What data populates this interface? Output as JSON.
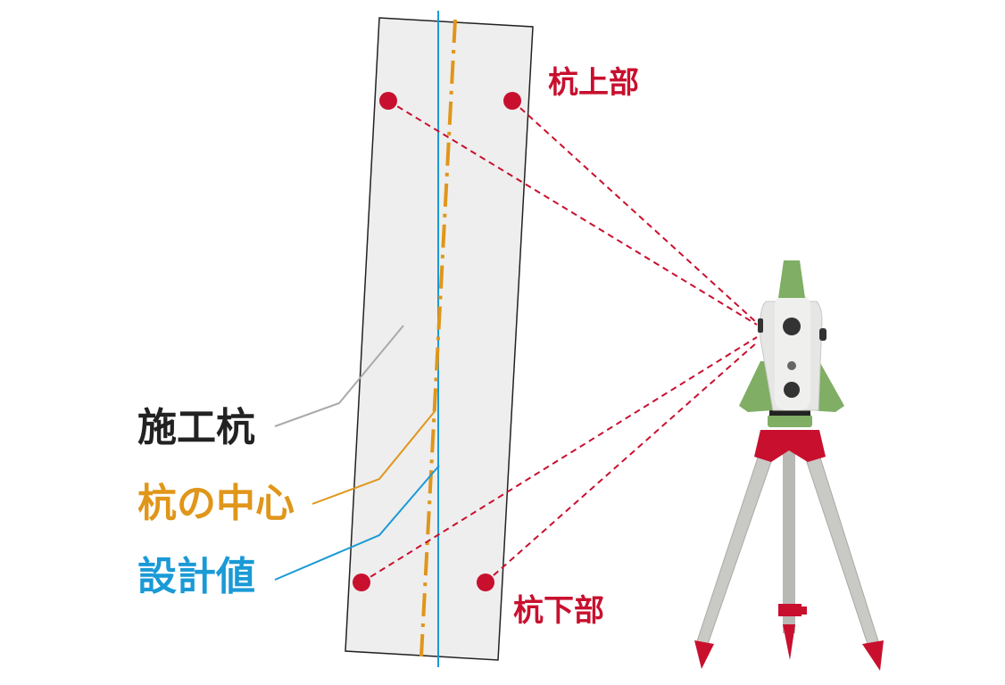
{
  "labels": {
    "pile_top": "杭上部",
    "pile_bottom": "杭下部",
    "construction_pile": "施工杭",
    "pile_center": "杭の中心",
    "design_value": "設計値"
  },
  "colors": {
    "target_red": "#c8102e",
    "center_orange": "#e0961a",
    "design_blue": "#1a9ad6",
    "pile_fill": "#eeeeee",
    "instrument_green": "#7fae64"
  }
}
